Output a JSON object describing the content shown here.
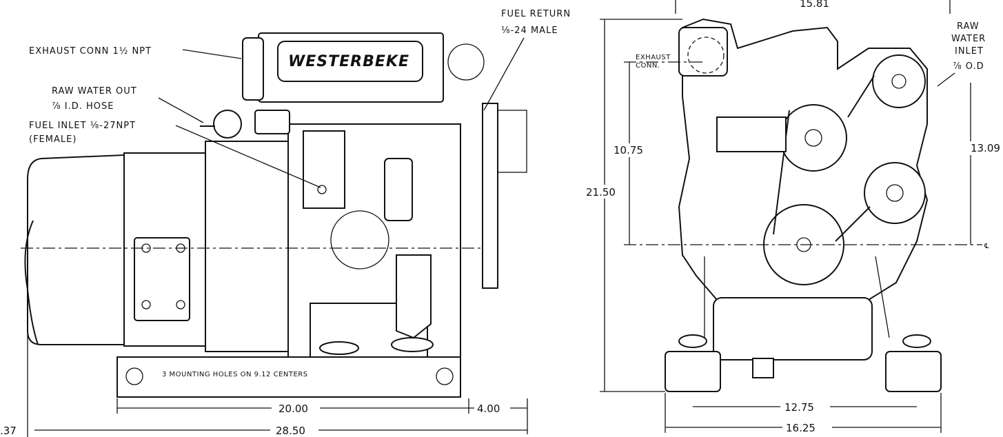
{
  "side_view": {
    "logo": "WESTERBEKE",
    "callouts": {
      "exhaust_conn": "EXHAUST CONN 1½ NPT",
      "raw_water_out_line1": "RAW WATER OUT",
      "raw_water_out_line2": "⅞ I.D. HOSE",
      "fuel_inlet_line1": "FUEL INLET ⅛-27NPT",
      "fuel_inlet_line2": "(FEMALE)",
      "fuel_return_line1": "FUEL RETURN",
      "fuel_return_line2": "⅛-24 MALE",
      "mounting_holes": "3 MOUNTING HOLES ON 9.12 CENTERS"
    },
    "dimensions": {
      "d_20": "20.00",
      "d_4": "4.00",
      "d_28_5": "28.50",
      "d_37": ".37"
    }
  },
  "end_view": {
    "callouts": {
      "exhaust_conn_line1": "EXHAUST",
      "exhaust_conn_line2": "CONN.",
      "raw_water_inlet_line1": "RAW",
      "raw_water_inlet_line2": "WATER",
      "raw_water_inlet_line3": "INLET",
      "raw_water_inlet_line4": "⅞ O.D"
    },
    "dimensions": {
      "top": "15.81",
      "d_10_75": "10.75",
      "d_21_5": "21.50",
      "d_13_09": "13.09",
      "d_12_75": "12.75",
      "d_16_25": "16.25"
    }
  }
}
